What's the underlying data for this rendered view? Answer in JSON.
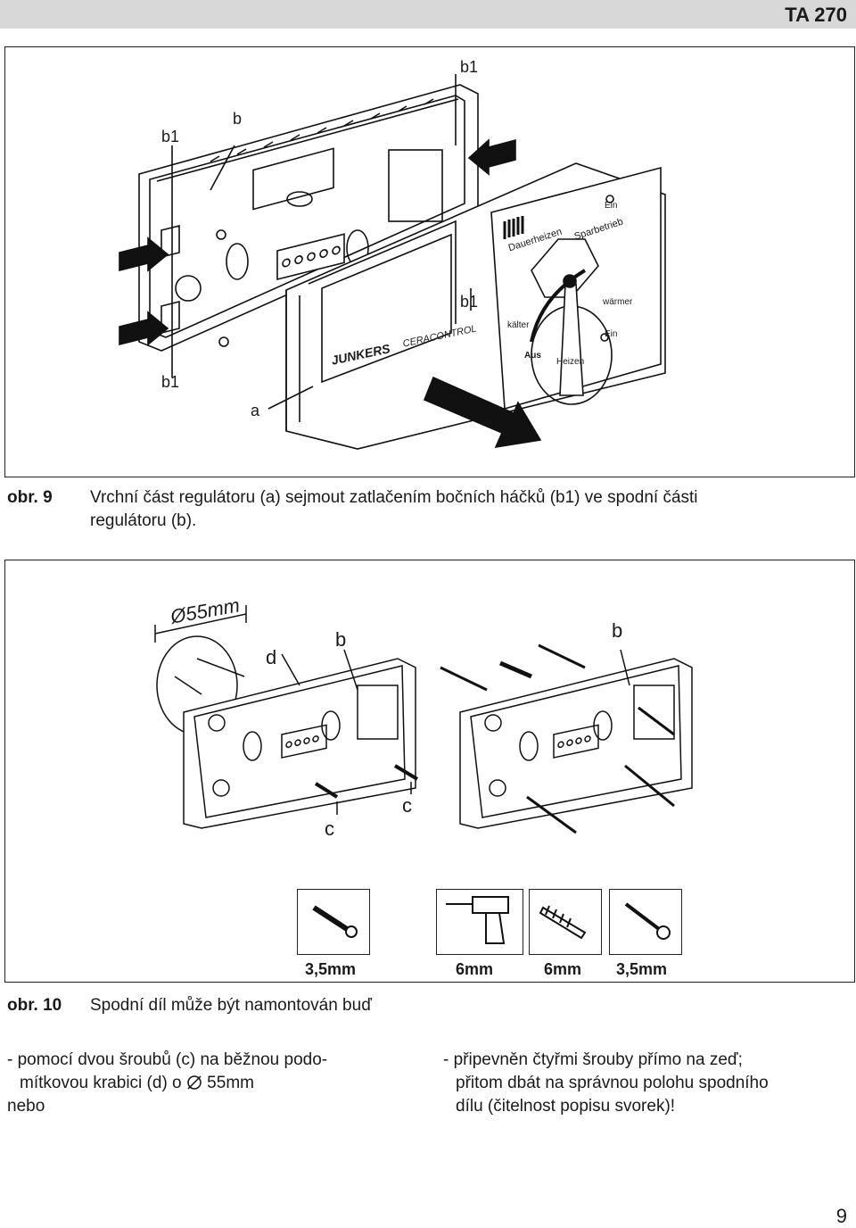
{
  "header": {
    "title": "TA 270"
  },
  "figure9": {
    "label": "obr. 9",
    "caption_line1": "Vrchní část regulátoru (a) sejmout zatlačením bočních háčků (b1) ve spodní části",
    "caption_line2": "regulátoru (b).",
    "callouts": {
      "b1_top": "b1",
      "b1_left": "b1",
      "b": "b",
      "b1_mid": "b1",
      "b1_bottom": "b1",
      "a": "a"
    },
    "device": {
      "brand": "JUNKERS",
      "model": "CERACONTROL",
      "switch_left": "Dauerheizen",
      "switch_right": "Sparbetrieb",
      "switch_ein": "Ein",
      "dial_left": "kälter",
      "dial_right": "wärmer",
      "dial_ein": "Ein",
      "dial_off": "Aus",
      "dial_bottom": "Heizen"
    }
  },
  "figure10": {
    "label": "obr. 10",
    "caption": "Spodní díl může být namontován buď",
    "callouts": {
      "diameter": "Ø55mm",
      "d": "d",
      "b_left": "b",
      "b_right": "b",
      "c_left": "c",
      "c_right": "c"
    },
    "tools": [
      {
        "icon": "screw-icon",
        "size": "3,5mm"
      },
      {
        "icon": "drill-icon",
        "size": "6mm"
      },
      {
        "icon": "wall-plug-icon",
        "size": "6mm"
      },
      {
        "icon": "wood-screw-icon",
        "size": "3,5mm"
      }
    ]
  },
  "text": {
    "left_col_line1": "- pomocí dvou šroubů (c) na běžnou podo-",
    "left_col_line2a": "mítkovou krabici (d) o ",
    "left_col_line2b": " 55mm",
    "left_col_line3": "nebo",
    "right_col_line1": "- připevněn čtyřmi šrouby přímo na zeď;",
    "right_col_line2": "přitom dbát na správnou polohu spodního",
    "right_col_line3": "dílu (čitelnost popisu svorek)!"
  },
  "page_number": "9"
}
